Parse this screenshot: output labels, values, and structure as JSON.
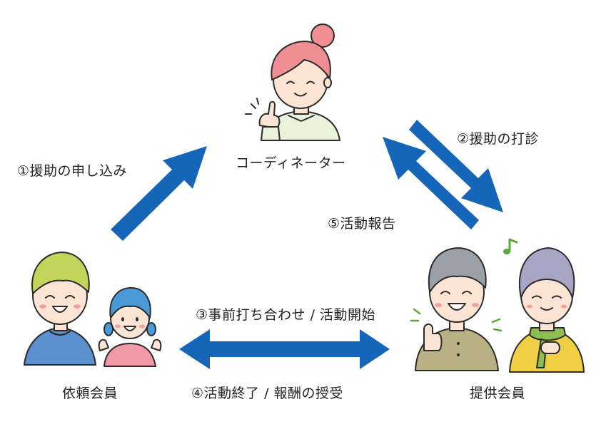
{
  "roles": {
    "coordinator": "コーディネーター",
    "requester": "依頼会員",
    "provider": "提供会員"
  },
  "steps": {
    "s1": "①援助の申し込み",
    "s2": "②援助の打診",
    "s3": "③事前打ち合わせ / 活動開始",
    "s4": "④活動終了 / 報酬の授受",
    "s5": "⑤活動報告"
  },
  "colors": {
    "arrow": "#1565b8",
    "coordinator_hair": "#ef8f94",
    "coordinator_shirt": "#e9f3d9",
    "requester_hair": "#c3d45a",
    "requester_shirt": "#5c8fce",
    "child_hair": "#4a9ad8",
    "child_shirt": "#ef9aa6",
    "provider_hair": "#9aa0a8",
    "provider_shirt": "#b9b083",
    "grandma_hair": "#a8a6c4",
    "grandma_shirt": "#f1cf45",
    "grandma_scarf": "#8cbf4d",
    "skin": "#fce4d4",
    "outline": "#2b2b2b",
    "cheek": "#f3a0a3",
    "note": "#5aa83c"
  },
  "icons": [
    "music-note-icon"
  ]
}
